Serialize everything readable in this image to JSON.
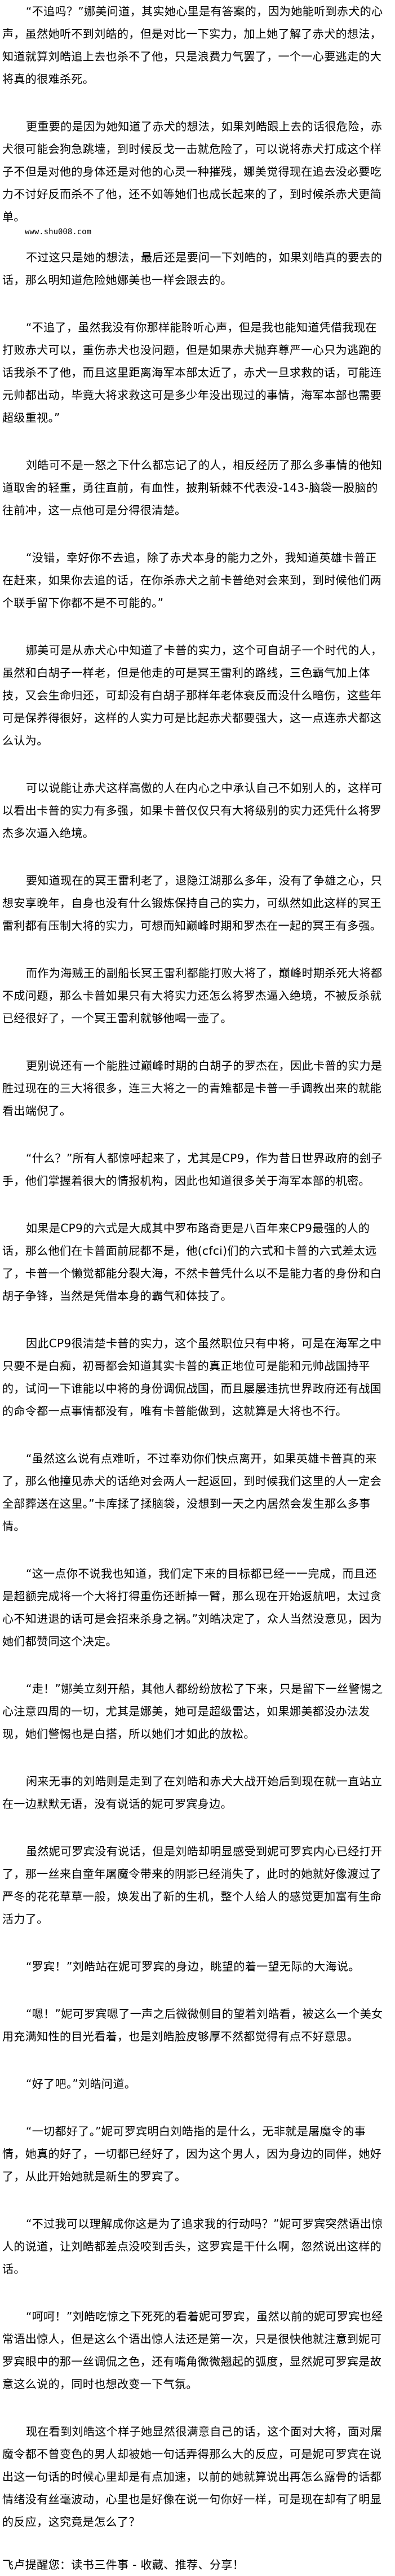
{
  "document": {
    "paragraphs": [
      "“不追吗？”娜美问道，其实她心里是有答案的，因为她能听到赤犬的心声，虽然她听不到刘皓的，但是对比一下实力，加上她了解了赤犬的想法，知道就算刘皓追上去也杀不了他，只是浪费力气罢了，一个一心要逃走的大将真的很难杀死。",
      "更重要的是因为她知道了赤犬的想法，如果刘皓跟上去的话很危险，赤犬很可能会狗急跳墙，到时候反戈一击就危险了，可以说将赤犬打成这个样子不但是对他的身体还是对他的心灵一种摧残，娜美觉得现在追去没必要吃力不讨好反而杀不了他，还不如等她们也成长起来的了，到时候杀赤犬更简单。",
      "不过这只是她的想法，最后还是要问一下刘皓的，如果刘皓真的要去的话，那么明知道危险她娜美也一样会跟去的。",
      "“不追了，虽然我没有你那样能聆听心声，但是我也能知道凭借我现在打败赤犬可以，重伤赤犬也没问题，但是如果赤犬抛弃尊严一心只为逃跑的话我杀不了他，而且这里距离海军本部太近了，赤犬一旦求救的话，可能连元帅都出动，毕竟大将求救这可是多少年没出现过的事情，海军本部也需要超级重视。”",
      "刘皓可不是一怒之下什么都忘记了的人，相反经历了那么多事情的他知道取舍的轻重，勇往直前，有血性，披荆斩棘不代表没-143-脑袋一股脑的往前冲，这一点他可是分得很清楚。",
      "“没错，幸好你不去追，除了赤犬本身的能力之外，我知道英雄卡普正在赶来，如果你去追的话，在你杀赤犬之前卡普绝对会来到，到时候他们两个联手留下你都不是不可能的。”",
      "娜美可是从赤犬心中知道了卡普的实力，这个可自胡子一个时代的人，虽然和白胡子一样老，但是他走的可是冥王雷利的路线，三色霸气加上体技，又会生命归还，可却没有白胡子那样年老体衰反而没什么暗伤，这些年可是保养得很好，这样的人实力可是比起赤犬都要强大，这一点连赤犬都这么认为。",
      "可以说能让赤犬这样高傲的人在内心之中承认自己不如别人的，这样可以看出卡普的实力有多强，如果卡普仅仅只有大将级别的实力还凭什么将罗杰多次逼入绝境。",
      "要知道现在的冥王雷利老了，退隐江湖那么多年，没有了争雄之心，只想安享晚年，自身也没有什么锻炼保持自己的实力，可纵然如此这样的冥王雷利都有压制大将的实力，可想而知巅峰时期和罗杰在一起的冥王有多强。",
      "而作为海贼王的副船长冥王雷利都能打败大将了，巅峰时期杀死大将都不成问题，那么卡普如果只有大将实力还怎么将罗杰逼入绝境，不被反杀就已经很好了，一个冥王雷利就够他喝一壶了。",
      "更别说还有一个能胜过巅峰时期的白胡子的罗杰在，因此卡普的实力是胜过现在的三大将很多，连三大将之一的青雉都是卡普一手调教出来的就能看出端倪了。",
      "“什么？”所有人都惊呼起来了，尤其是CP9，作为昔日世界政府的刽子手，他们掌握着很大的情报机构，因此也知道很多关于海军本部的机密。",
      "如果是CP9的六式是大成其中罗布路奇更是八百年来CP9最强的人的话，那么他们在卡普面前屁都不是，他(cfci)们的六式和卡普的六式差太远了，卡普一个懒觉都能分裂大海，不然卡普凭什么以不是能力者的身份和白胡子争锋，当然是凭借本身的霸气和体技了。",
      "因此CP9很清楚卡普的实力，这个虽然职位只有中将，可是在海军之中只要不是白痴，初哥都会知道其实卡普的真正地位可是能和元帅战国持平的，试问一下谁能以中将的身份调侃战国，而且屡屡违抗世界政府还有战国的命令都一点事情都没有，唯有卡普能做到，这就算是大将也不行。",
      "“虽然这么说有点难听，不过奉劝你们快点离开，如果英雄卡普真的来了，那么他撞见赤犬的话绝对会两人一起返回，到时候我们这里的人一定会全部葬送在这里。”卡库揉了揉脑袋，没想到一天之内居然会发生那么多事情。",
      "“这一点你不说我也知道，我们定下来的目标都已经一一完成，而且还是超额完成将一个大将打得重伤还断掉一臂，那么现在开始返航吧，太过贪心不知进退的话可是会招来杀身之祸。”刘皓决定了，众人当然没意见，因为她们都赞同这个决定。",
      "“走！”娜美立刻开船，其他人都纷纷放松了下来，只是留下一丝警惕之心注意四周的一切，尤其是娜美，她可是超级雷达，如果娜美都没办法发现，她们警惕也是白搭，所以她们才如此的放松。",
      "闲来无事的刘皓则是走到了在刘皓和赤犬大战开始后到现在就一直站立在一边默默无语，没有说话的妮可罗宾身边。",
      "虽然妮可罗宾没有说话，但是刘皓却明显感受到妮可罗宾内心已经打开了，那一丝来自童年屠魔令带来的阴影已经消失了，此时的她就好像渡过了严冬的花花草草一般，焕发出了新的生机，整个人给人的感觉更加富有生命活力了。",
      "“罗宾！”刘皓站在妮可罗宾的身边，眺望的着一望无际的大海说。",
      "“嗯！”妮可罗宾嗯了一声之后微微侧目的望着刘皓看，被这么一个美女用充满知性的目光看着，也是刘皓脸皮够厚不然都觉得有点不好意思。",
      "“好了吧。”刘皓问道。",
      "“一切都好了。”妮可罗宾明白刘皓指的是什么，无非就是屠魔令的事情，她真的好了，一切都已经好了，因为这个男人，因为身边的同伴，她好了，从此开始她就是新生的罗宾了。",
      "“不过我可以理解成你这是为了追求我的行动吗？”妮可罗宾突然语出惊人的说道，让刘皓都差点没咬到舌头，这罗宾是干什么啊，忽然说出这样的话。",
      "“呵呵！”刘皓吃惊之下死死的看着妮可罗宾，虽然以前的妮可罗宾也经常语出惊人，但是这么个语出惊人法还是第一次，只是很快他就注意到妮可罗宾眼中的那一丝调侃之色，还有嘴角微微翘起的弧度，显然妮可罗宾是故意这么说的，同时也想改变一下气氛。",
      "现在看到刘皓这个样子她显然很满意自己的话，这个面对大将，面对屠魔令都不曾变色的男人却被她一句话弄得那么大的反应，可是妮可罗宾在说出这一句话的时候心里却是有点加速，以前的她就算说出再怎么露骨的话都情绪没有丝毫波动，心里也是好像在说一句你好一样，可是现在却有了明显的反应，这究竟是怎么了？"
    ],
    "watermark_url": "www.shu008.com",
    "footer": "飞卢提醒您：读书三件事 - 收藏、推荐、分享！"
  }
}
